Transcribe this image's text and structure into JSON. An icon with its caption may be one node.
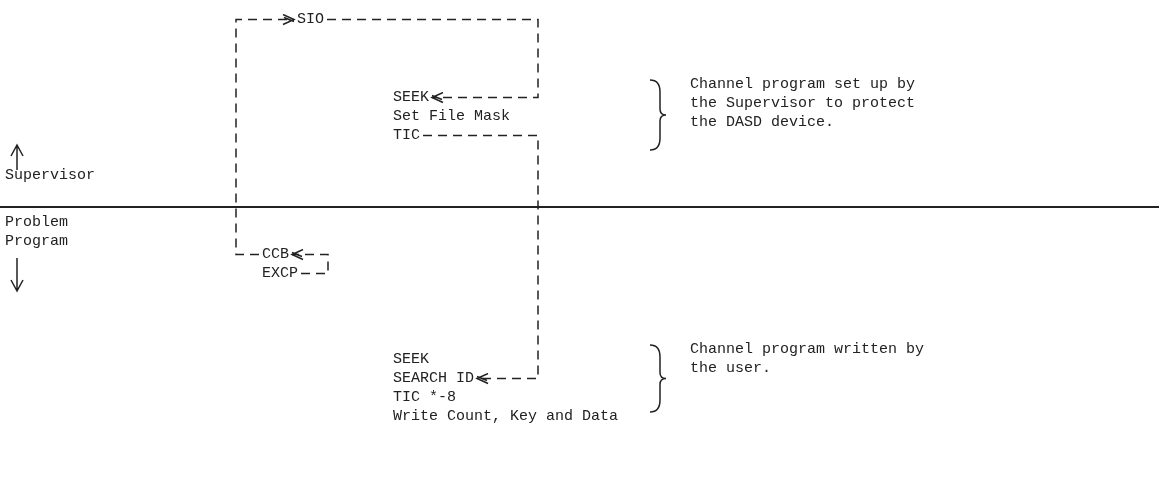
{
  "diagram": {
    "nodes": [
      {
        "text": [
          "SIO"
        ]
      },
      {
        "text": [
          "SEEK"
        ]
      },
      {
        "text": [
          "Set File Mask"
        ]
      },
      {
        "text": [
          "TIC"
        ]
      },
      {
        "text": [
          "CCB"
        ]
      },
      {
        "text": [
          "EXCP"
        ]
      },
      {
        "text": [
          "SEEK"
        ]
      },
      {
        "text": [
          "SEARCH ID"
        ]
      },
      {
        "text": [
          "TIC *-8"
        ]
      },
      {
        "text": [
          "Write Count, Key and Data"
        ]
      }
    ],
    "edges": [
      {
        "from": 0,
        "to": 1,
        "arrow": "to",
        "style": "dashed"
      },
      {
        "from": 3,
        "to": 7,
        "arrow": "to",
        "style": "dashed"
      },
      {
        "from": 5,
        "to": 4,
        "arrow": "to",
        "style": "dashed"
      },
      {
        "from": 4,
        "to": 0,
        "arrow": "to",
        "style": "dashed"
      }
    ],
    "labels": [
      "Channel program set up by the Supervisor to protect the DASD device.",
      "Supervisor",
      "Problem Program",
      "Channel program written by the user."
    ]
  }
}
